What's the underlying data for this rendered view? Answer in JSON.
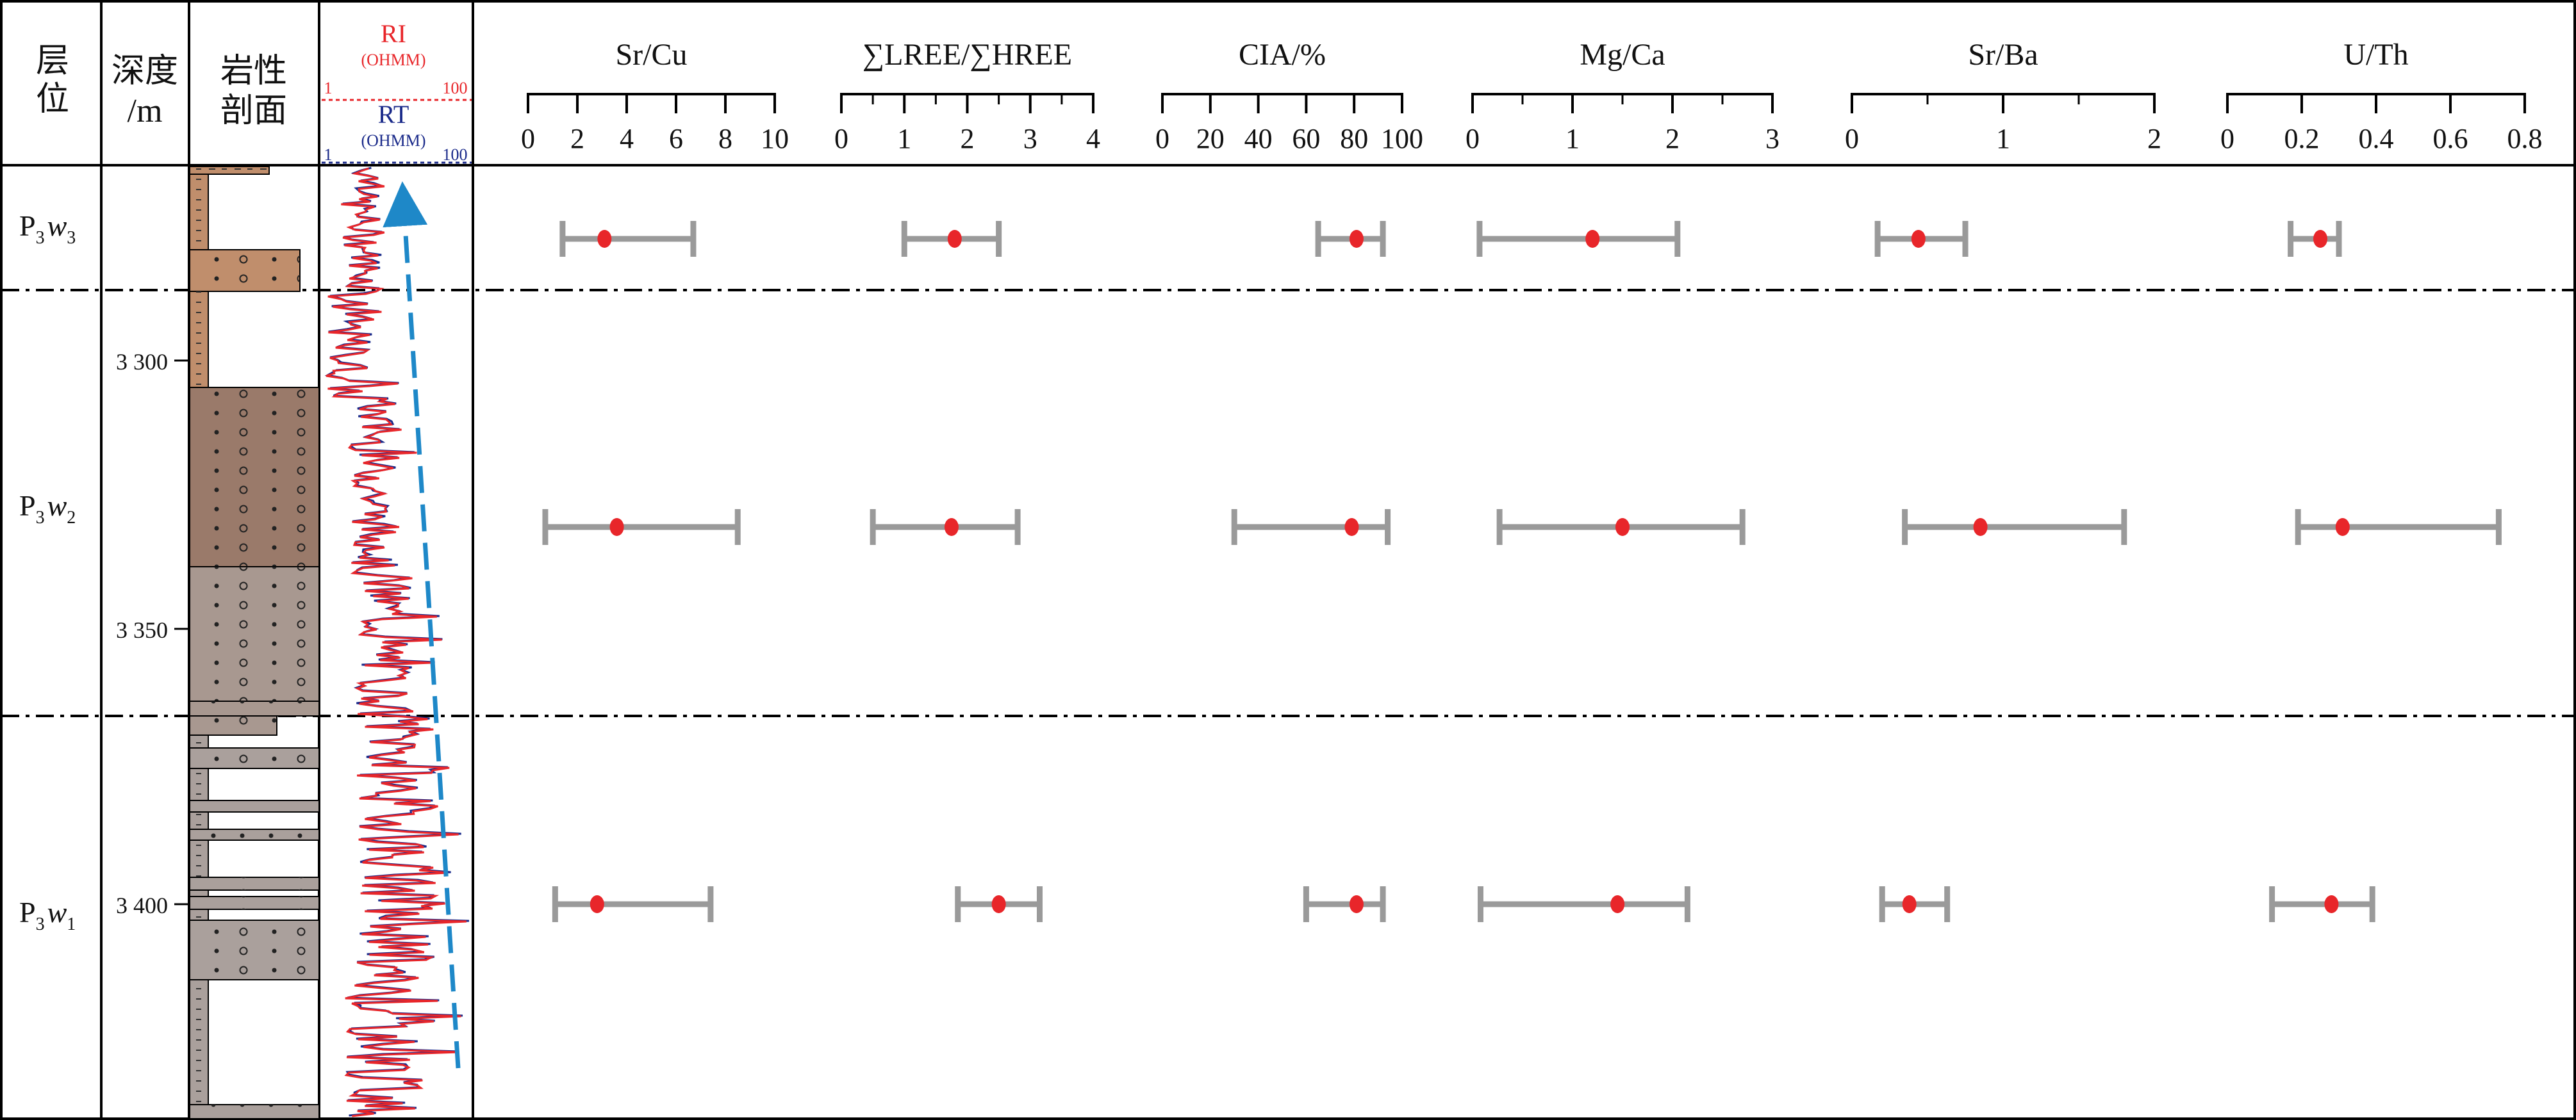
{
  "header": {
    "layer_col": "层位",
    "depth_col_line1": "深度",
    "depth_col_line2": "/m",
    "lith_col_line1": "岩性",
    "lith_col_line2": "剖面",
    "log_ri": "RI",
    "log_ri_unit": "(OHMM)",
    "log_rt": "RT",
    "log_rt_unit": "(OHMM)",
    "log_min": "1",
    "log_max": "100"
  },
  "colors": {
    "ri": "#e8262a",
    "rt": "#1a2a8a",
    "trend_arrow": "#1e88c8",
    "range_bar": "#9a9a9a",
    "mean_point": "#e8262a",
    "lith_p3w3": "#c08e6c",
    "lith_p3w2_upper": "#9a7a6a",
    "lith_p3w2_lower": "#a89890",
    "lith_p3w1": "#aaa09c"
  },
  "depth_ticks": [
    "3 300",
    "3 350",
    "3 400"
  ],
  "layers": [
    {
      "main": "P",
      "sub1": "3",
      "ital": "w",
      "sub2": "3"
    },
    {
      "main": "P",
      "sub1": "3",
      "ital": "w",
      "sub2": "2"
    },
    {
      "main": "P",
      "sub1": "3",
      "ital": "w",
      "sub2": "1"
    }
  ],
  "chart_data": [
    {
      "type": "range",
      "title": "Sr/Cu",
      "xlim": [
        0,
        10
      ],
      "ticks": [
        "0",
        "2",
        "4",
        "6",
        "8",
        "10"
      ],
      "series": [
        {
          "min": 1.4,
          "mean": 3.1,
          "max": 6.7
        },
        {
          "min": 0.7,
          "mean": 3.6,
          "max": 8.5
        },
        {
          "min": 1.1,
          "mean": 2.8,
          "max": 7.4
        }
      ]
    },
    {
      "type": "range",
      "title": "∑LREE/∑HREE",
      "xlim": [
        0,
        4
      ],
      "ticks": [
        "0",
        "1",
        "2",
        "3",
        "4"
      ],
      "series": [
        {
          "min": 1.0,
          "mean": 1.8,
          "max": 2.5
        },
        {
          "min": 0.5,
          "mean": 1.75,
          "max": 2.8
        },
        {
          "min": 1.85,
          "mean": 2.5,
          "max": 3.15
        }
      ]
    },
    {
      "type": "range",
      "title": "CIA/%",
      "xlim": [
        0,
        100
      ],
      "ticks": [
        "0",
        "20",
        "40",
        "60",
        "80",
        "100"
      ],
      "series": [
        {
          "min": 65,
          "mean": 81,
          "max": 92
        },
        {
          "min": 30,
          "mean": 79,
          "max": 94
        },
        {
          "min": 60,
          "mean": 81,
          "max": 92
        }
      ]
    },
    {
      "type": "range",
      "title": "Mg/Ca",
      "xlim": [
        0,
        3
      ],
      "ticks": [
        "0",
        "1",
        "2",
        "3"
      ],
      "series": [
        {
          "min": 0.07,
          "mean": 1.2,
          "max": 2.05
        },
        {
          "min": 0.27,
          "mean": 1.5,
          "max": 2.7
        },
        {
          "min": 0.08,
          "mean": 1.45,
          "max": 2.15
        }
      ]
    },
    {
      "type": "range",
      "title": "Sr/Ba",
      "xlim": [
        0,
        2
      ],
      "ticks": [
        "0",
        "1",
        "2"
      ],
      "series": [
        {
          "min": 0.17,
          "mean": 0.44,
          "max": 0.75
        },
        {
          "min": 0.35,
          "mean": 0.85,
          "max": 1.8
        },
        {
          "min": 0.2,
          "mean": 0.38,
          "max": 0.63
        }
      ]
    },
    {
      "type": "range",
      "title": "U/Th",
      "xlim": [
        0,
        0.8
      ],
      "ticks": [
        "0",
        "0.2",
        "0.4",
        "0.6",
        "0.8"
      ],
      "series": [
        {
          "min": 0.17,
          "mean": 0.25,
          "max": 0.3
        },
        {
          "min": 0.19,
          "mean": 0.31,
          "max": 0.73
        },
        {
          "min": 0.12,
          "mean": 0.28,
          "max": 0.39
        }
      ]
    }
  ]
}
